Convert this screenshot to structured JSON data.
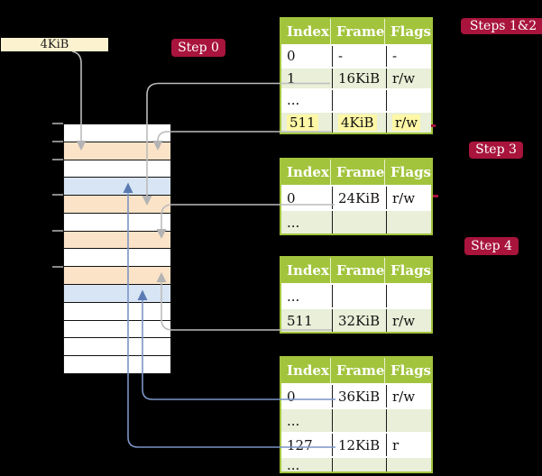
{
  "frame_label": {
    "text": "4KiB"
  },
  "badges": {
    "step0": "Step 0",
    "steps12": "Steps 1&2",
    "step3": "Step 3",
    "step4": "Step 4"
  },
  "memory_column": {
    "rows": [
      "white",
      "orange",
      "white",
      "blue",
      "orange",
      "white",
      "orange",
      "white",
      "orange",
      "blue",
      "white",
      "white",
      "white",
      "white"
    ]
  },
  "page_tables": [
    {
      "name": "page-table-steps-1-2",
      "headers": [
        "Index",
        "Frame",
        "Flags"
      ],
      "rows": [
        {
          "cells": [
            "0",
            "-",
            "-"
          ],
          "shaded": false,
          "highlight": false
        },
        {
          "cells": [
            "1",
            "16KiB",
            "r/w"
          ],
          "shaded": true,
          "highlight": false
        },
        {
          "cells": [
            "...",
            "",
            ""
          ],
          "shaded": false,
          "highlight": false
        },
        {
          "cells": [
            "511",
            "4KiB",
            "r/w"
          ],
          "shaded": true,
          "highlight": true
        }
      ]
    },
    {
      "name": "page-table-step-3",
      "headers": [
        "Index",
        "Frame",
        "Flags"
      ],
      "rows": [
        {
          "cells": [
            "0",
            "24KiB",
            "r/w"
          ],
          "shaded": false,
          "highlight": false
        },
        {
          "cells": [
            "...",
            "",
            ""
          ],
          "shaded": true,
          "highlight": false
        }
      ]
    },
    {
      "name": "page-table-step-4",
      "headers": [
        "Index",
        "Frame",
        "Flags"
      ],
      "rows": [
        {
          "cells": [
            "...",
            "",
            ""
          ],
          "shaded": false,
          "highlight": false
        },
        {
          "cells": [
            "511",
            "32KiB",
            "r/w"
          ],
          "shaded": true,
          "highlight": false
        }
      ]
    },
    {
      "name": "page-table-final",
      "headers": [
        "Index",
        "Frame",
        "Flags"
      ],
      "rows": [
        {
          "cells": [
            "0",
            "36KiB",
            "r/w"
          ],
          "shaded": false,
          "highlight": false
        },
        {
          "cells": [
            "...",
            "",
            ""
          ],
          "shaded": true,
          "highlight": false
        },
        {
          "cells": [
            "127",
            "12KiB",
            "r"
          ],
          "shaded": false,
          "highlight": false
        },
        {
          "cells": [
            "...",
            "",
            ""
          ],
          "shaded": true,
          "highlight": false
        }
      ]
    }
  ],
  "colors": {
    "header_green": "#a2c43d",
    "row_green": "#e9efd8",
    "orange": "#fbe3c8",
    "blue": "#d8e5f4",
    "highlight": "#fdf7a6",
    "cream": "#fdf2d0",
    "badge_red": "#a8143c",
    "line_gray": "#bcbcbc",
    "line_blue": "#7b94c6"
  }
}
